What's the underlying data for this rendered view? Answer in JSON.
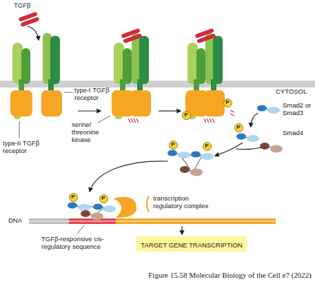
{
  "diagram": {
    "caption": "Figure 15.58 Molecular Biology of the Cell e7 (2022)",
    "nodes": [
      {
        "text": [
          "P"
        ]
      },
      {
        "text": [
          "P"
        ]
      },
      {
        "text": [
          "P"
        ]
      },
      {
        "text": [
          "P"
        ]
      },
      {
        "text": [
          "P"
        ]
      },
      {
        "text": [
          "P"
        ]
      },
      {
        "text": [
          "P"
        ]
      },
      {
        "text": [
          "TARGET GENE TRANSCRIPTION"
        ]
      }
    ],
    "labels": [
      "TGFβ",
      "type-I TGFβ receptor",
      "CYTOSOL",
      "serine/ threonine kinase",
      "type-II TGFβ receptor",
      "Smad2 or Smad3",
      "Smad4",
      "transcription regulatory complex",
      "DNA",
      "TGFβ-responsive cis-regulatory sequence"
    ]
  }
}
